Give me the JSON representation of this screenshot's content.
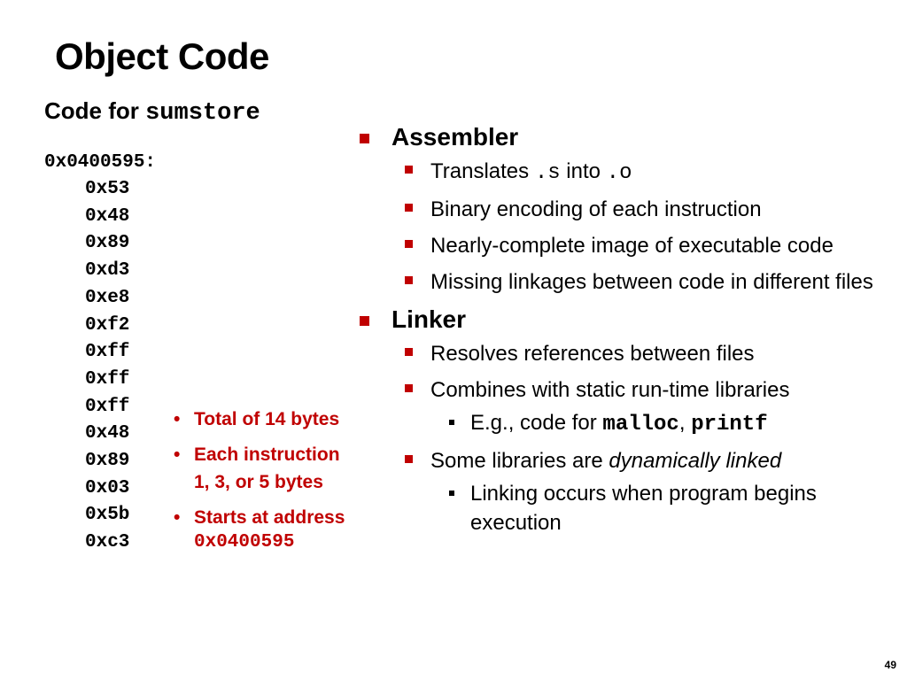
{
  "slide": {
    "title": "Object Code",
    "page_number": "49"
  },
  "code": {
    "heading_text": "Code for ",
    "heading_code": "sumstore",
    "address": "0x0400595:",
    "bytes": [
      "0x53",
      "0x48",
      "0x89",
      "0xd3",
      "0xe8",
      "0xf2",
      "0xff",
      "0xff",
      "0xff",
      "0x48",
      "0x89",
      "0x03",
      "0x5b",
      "0xc3"
    ]
  },
  "notes": {
    "total": "Total of 14 bytes",
    "each_line1": "Each instruction",
    "each_line2": "1, 3, or 5 bytes",
    "starts": "Starts at address",
    "starts_address": "0x0400595"
  },
  "assembler": {
    "heading": "Assembler",
    "translates_pre": "Translates ",
    "translates_s": ".s",
    "translates_mid": " into ",
    "translates_o": ".o",
    "binary": "Binary encoding of each instruction",
    "nearly": "Nearly-complete image of executable code",
    "missing": "Missing linkages between code in different files"
  },
  "linker": {
    "heading": "Linker",
    "resolves": "Resolves references between files",
    "combines": "Combines with static run-time libraries",
    "eg_pre": "E.g., code for ",
    "eg_malloc": "malloc",
    "eg_sep": ", ",
    "eg_printf": "printf",
    "some_pre": "Some libraries are ",
    "some_em": "dynamically linked",
    "linking": "Linking occurs when program begins execution"
  },
  "colors": {
    "accent": "#c00000",
    "text": "#000000",
    "background": "#ffffff"
  }
}
